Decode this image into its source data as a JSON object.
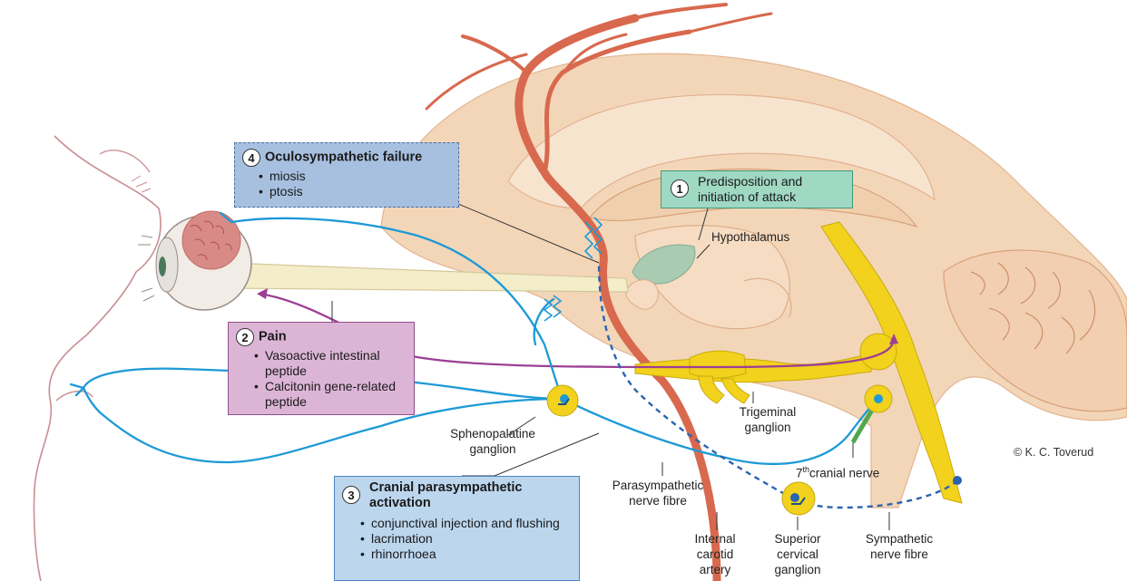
{
  "boxes": {
    "oculosympathetic": {
      "number": "4",
      "title": "Oculosympathetic failure",
      "items": [
        "miosis",
        "ptosis"
      ]
    },
    "predisposition": {
      "number": "1",
      "title_line1": "Predisposition and",
      "title_line2": "initiation of attack"
    },
    "pain": {
      "number": "2",
      "title": "Pain",
      "items": [
        "Vasoactive intestinal peptide",
        "Calcitonin gene-related peptide"
      ]
    },
    "parasympathetic": {
      "number": "3",
      "title_line1": "Cranial parasympathetic",
      "title_line2": "activation",
      "items": [
        "conjunctival injection and flushing",
        "lacrimation",
        "rhinorrhoea"
      ]
    }
  },
  "labels": {
    "hypothalamus": "Hypothalamus",
    "trigeminal_1": "Trigeminal",
    "trigeminal_2": "ganglion",
    "sphenopalatine_1": "Sphenopalatine",
    "sphenopalatine_2": "ganglion",
    "cranial_nerve_prefix": "7",
    "cranial_nerve_sup": "th",
    "cranial_nerve_rest": "cranial nerve",
    "parasym_fibre_1": "Parasympathetic",
    "parasym_fibre_2": "nerve fibre",
    "internal_1": "Internal",
    "internal_2": "carotid",
    "internal_3": "artery",
    "superior_1": "Superior",
    "superior_2": "cervical",
    "superior_3": "ganglion",
    "sympathetic_1": "Sympathetic",
    "sympathetic_2": "nerve fibre",
    "credit": "© K. C. Toverud"
  },
  "colors": {
    "brain": "#f3d6b8",
    "artery": "#d8694e",
    "trigeminal_nerve": "#f2d21c",
    "parasympathetic_nerve": "#1d9ad6",
    "sympathetic_nerve": "#2a64b0",
    "pain_path": "#9c3f95",
    "hypothalamus": "#a8cbb2"
  }
}
